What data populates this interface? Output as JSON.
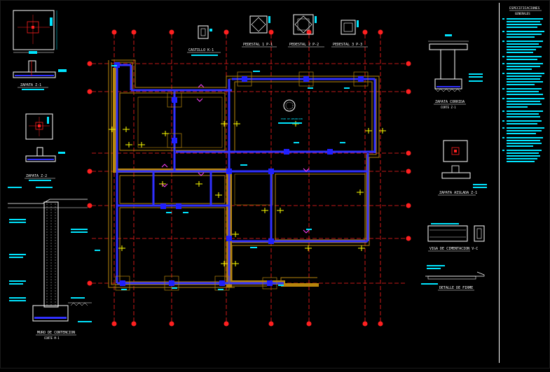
{
  "colors": {
    "background": "#000000",
    "wall": "#b8860b",
    "beam": "#3030ff",
    "grid": "#ff2020",
    "dims": "#ffffff",
    "annot": "#00e5ff",
    "magenta": "#ff40ff",
    "yellow": "#ffff00"
  },
  "titles": {
    "castillo": "CASTILLO K-1",
    "pedestal1": "PEDESTAL 1 P-1",
    "pedestal2": "PEDESTAL 2 P-2",
    "pedestal3": "PEDESTAL 3 P-3",
    "zapata_corrida": "ZAPATA CORRIDA",
    "corte_z1": "CORTE Z-1",
    "zapata_aislada": "ZAPATA AISLADA Z-1",
    "viga_cimentacion": "VIGA DE CIMENTACION V-C",
    "detalle_firme": "DETALLE DE FIRME",
    "muro": "MURO DE CONTENCION",
    "corte_muro": "CORTE M-1",
    "zapata_z1": "ZAPATA Z-1",
    "zapata_z2": "ZAPATA Z-2",
    "especificaciones": "ESPECIFICACIONES",
    "generales": "GENERALES"
  },
  "labels": {
    "pozo": "POZO DE ABSORCION"
  },
  "notes": {
    "heading": "ESPECIFICACIONES GENERALES"
  }
}
